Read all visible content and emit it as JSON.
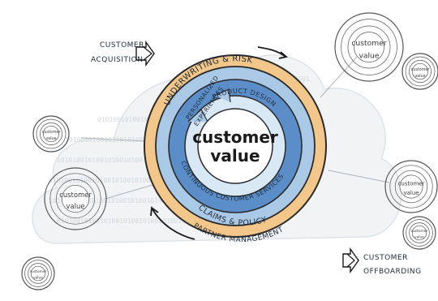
{
  "colors": {
    "outer_blue": "#a9c9e6",
    "mid_blue": "#5b8ec8",
    "inner_light": "#d8e8f5",
    "orange": "#f3c689",
    "cloud": "#eef0f2",
    "ink": "#1f2b3a"
  },
  "center": {
    "line1": "customer",
    "line2": "value"
  },
  "rings": {
    "underwriting": "UNDERWRITING & RISK",
    "product_design": "PRODUCT DESIGN",
    "personalized_1": "PERSONALIZED",
    "personalized_2": "EXPERIENCES",
    "continuous": "CONTINUOUS CUSTOMER SERVICES",
    "claims": "CLAIMS & POLICY",
    "partner": "PARTNER MANAGEMENT"
  },
  "labels": {
    "acquisition_1": "CUSTOMER",
    "acquisition_2": "ACQUISITION",
    "offboarding_1": "CUSTOMER",
    "offboarding_2": "OFFBOARDING"
  },
  "mini": {
    "line1": "customer",
    "line2": "value"
  }
}
